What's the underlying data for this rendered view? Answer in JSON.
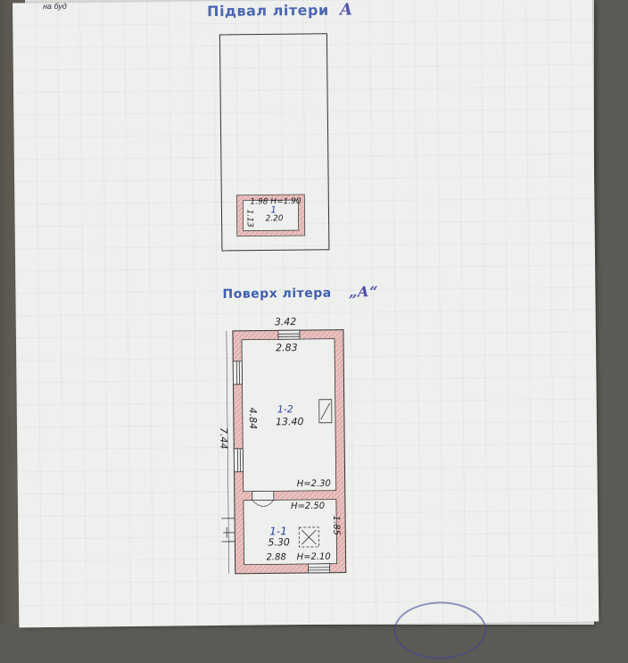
{
  "header": {
    "corner_note": "на буд",
    "basement_title": "Підвал літери",
    "basement_letter": "А",
    "floor_title": "Поверх літера",
    "floor_letter": "„А“"
  },
  "basement": {
    "room_dims": "1.98  H=1.90",
    "room_side": "1.13",
    "room_number": "1",
    "room_area": "2.20"
  },
  "floor": {
    "outer_width": "3.42",
    "outer_length": "7.44",
    "room_1_2": {
      "width": "2.83",
      "depth": "4.84",
      "number": "1-2",
      "area": "13.40",
      "height": "H=2.30"
    },
    "room_1_1": {
      "height_top": "H=2.50",
      "number": "1-1",
      "area": "5.30",
      "width": "2.88",
      "height_bottom": "H=2.10",
      "depth": "1.85"
    }
  },
  "colors": {
    "wall_hatch": "#e2a8a8",
    "ink_blue": "#2b3f9c",
    "paper": "#eef0ee"
  }
}
